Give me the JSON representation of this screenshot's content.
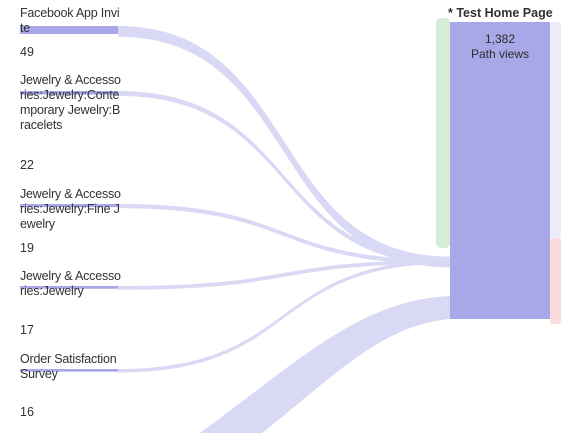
{
  "chart_data": {
    "type": "flow",
    "sources": [
      {
        "label": "Facebook App Invite",
        "count": "49",
        "value": 49
      },
      {
        "label": "Jewelry & Accessories:Jewelry:Contemporary Jewelry:Bracelets",
        "count": "22",
        "value": 22
      },
      {
        "label": "Jewelry & Accessories:Jewelry:Fine Jewelry",
        "count": "19",
        "value": 19
      },
      {
        "label": "Jewelry & Accessories:Jewelry",
        "count": "17",
        "value": 17
      },
      {
        "label": "Order Satisfaction Survey",
        "count": "16",
        "value": 16
      }
    ],
    "target": {
      "title": "* Test Home Page",
      "count": "1,382",
      "caption": "Path views",
      "value": 1382
    },
    "colors": {
      "source_bar": "#a8a8e8",
      "flow": "#d9d9f5",
      "target_bar": "#a8a8e8",
      "green_band": "#d5ecd6",
      "red_band": "#fadcdc",
      "lavender_band": "#ececfb"
    }
  }
}
